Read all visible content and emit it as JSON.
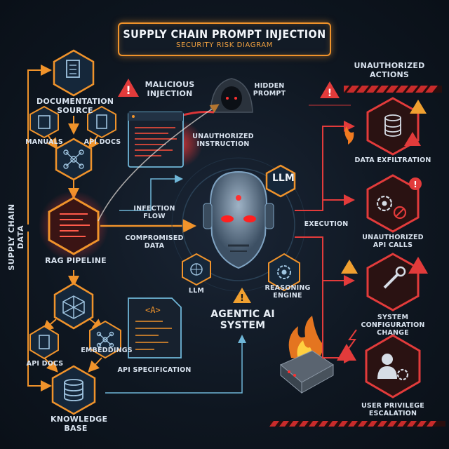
{
  "header": {
    "title": "SUPPLY CHAIN PROMPT INJECTION",
    "subtitle": "SECURITY RISK DIAGRAM"
  },
  "left_column": {
    "side_label": "SUPPLY CHAIN DATA",
    "documentation_source": "DOCUMENTATION SOURCE",
    "manuals": "MANUALS",
    "api_docs_top": "API DOCS",
    "rag_pipeline": "RAG PIPELINE",
    "api_docs_bottom": "API DOCS",
    "embeddings": "EMBEDDINGS",
    "knowledge_base": "KNOWLEDGE BASE"
  },
  "center": {
    "malicious_injection": "MALICIOUS INJECTION",
    "hidden_prompt": "HIDDEN PROMPT",
    "unauthorized_instruction": "UNAUTHORIZED INSTRUCTION",
    "infection_flow": "INFECTION FLOW",
    "compromised_data": "COMPROMISED DATA",
    "api_specification": "API SPECIFICATION",
    "doc_tag": "<A>",
    "llm_badge": "LLM",
    "llm_label": "LLM",
    "reasoning_engine": "REASONING ENGINE",
    "agentic_system": "AGENTIC AI SYSTEM"
  },
  "right_column": {
    "unauthorized_actions": "UNAUTHORIZED ACTIONS",
    "execution": "EXECUTION",
    "data_exfiltration": "DATA EXFILTRATION",
    "unauthorized_api_calls": "UNAUTHORIZED API CALLS",
    "system_configuration_change": "SYSTEM CONFIGURATION CHANGE",
    "user_privilege_escalation": "USER PRIVILEGE ESCALATION"
  },
  "colors": {
    "accent_orange": "#f0932b",
    "alert_red": "#e23b3b",
    "cyan": "#6fb6d8",
    "background": "#0e1620"
  }
}
